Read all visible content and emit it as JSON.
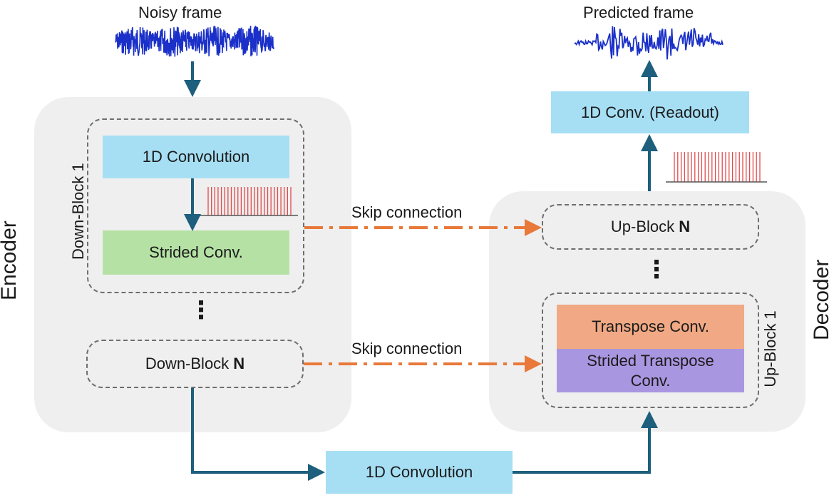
{
  "encoder": {
    "title": "Encoder",
    "block1_label": "Down-Block 1",
    "conv_label": "1D Convolution",
    "strided_label": "Strided Conv.",
    "dots": "⋮",
    "blockN_prefix": "Down-Block ",
    "blockN_suffix": "N"
  },
  "decoder": {
    "title": "Decoder",
    "blockN_prefix": "Up-Block ",
    "blockN_suffix": "N",
    "dots": "⋮",
    "block1_label": "Up-Block 1",
    "transpose_label": "Transpose Conv.",
    "strided_transpose_line1": "Strided Transpose",
    "strided_transpose_line2": "Conv."
  },
  "input_label": "Noisy frame",
  "output_label": "Predicted frame",
  "readout_label": "1D Conv. (Readout)",
  "bottleneck_label": "1D Convolution",
  "skip1_label": "Skip connection",
  "skip2_label": "Skip connection",
  "colors": {
    "panel": "#efefef",
    "conv_blue": "#a6dff4",
    "strided_green": "#b5e2a4",
    "transpose_orange": "#f0a984",
    "strided_transpose_purple": "#a996e0",
    "arrow_teal": "#1d5f7d",
    "skip_orange": "#e8793a",
    "waveform_blue": "#1a30c8",
    "spike_red": "#e34a4a"
  },
  "icons": [
    "noisy-waveform-icon",
    "predicted-waveform-icon",
    "spike-train-icon"
  ]
}
